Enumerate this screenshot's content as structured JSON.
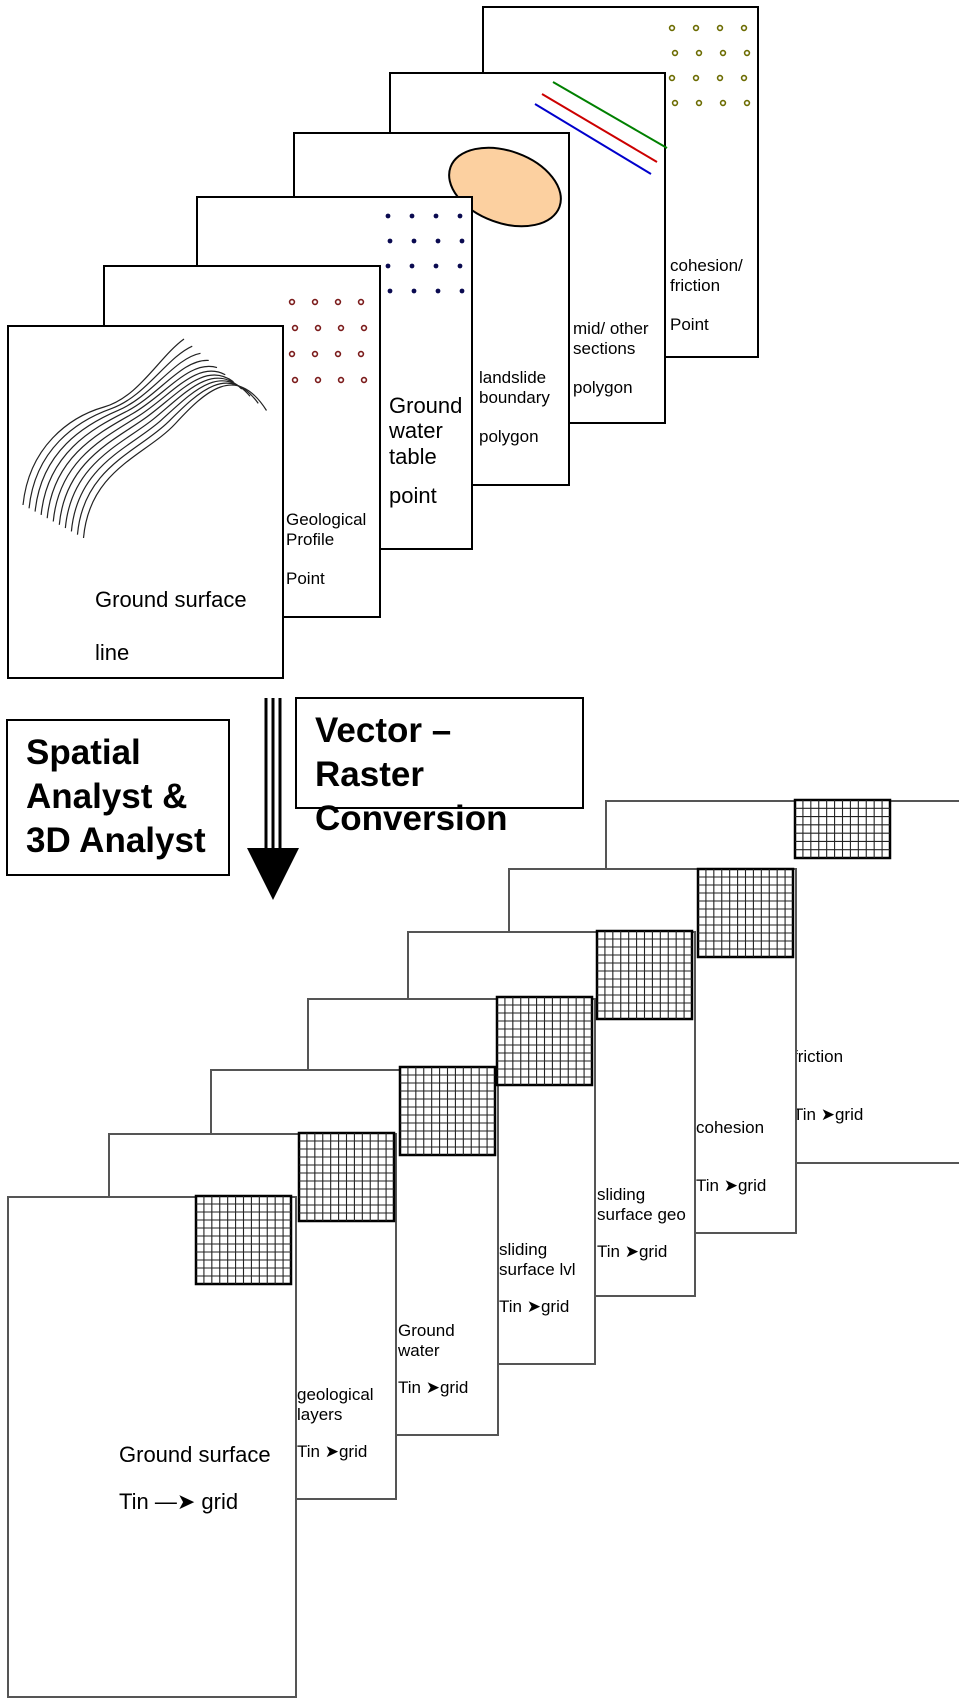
{
  "vector_layers": [
    {
      "name": "Ground surface",
      "type": "line"
    },
    {
      "name_lines": [
        "Geological",
        "Profile"
      ],
      "type": "Point"
    },
    {
      "name_lines": [
        "Ground",
        "water",
        "table"
      ],
      "type": "point"
    },
    {
      "name_lines": [
        "landslide",
        "boundary"
      ],
      "type": "polygon"
    },
    {
      "name_lines": [
        "mid/ other",
        "sections"
      ],
      "type": "polygon"
    },
    {
      "name_lines": [
        "cohesion/",
        "friction"
      ],
      "type": "Point"
    }
  ],
  "process": {
    "left_box": [
      "Spatial",
      "Analyst &",
      "3D Analyst"
    ],
    "right_box": [
      "Vector – Raster",
      "Conversion"
    ]
  },
  "raster_layers": [
    {
      "name": "Ground surface",
      "tin": "Tin",
      "grid": "grid"
    },
    {
      "name_lines": [
        "geological",
        "layers"
      ],
      "tin": "Tin",
      "grid": "grid"
    },
    {
      "name_lines": [
        "Ground",
        "water"
      ],
      "tin": "Tin",
      "grid": "grid"
    },
    {
      "name_lines": [
        "sliding",
        "surface lvl"
      ],
      "tin": "Tin",
      "grid": "grid"
    },
    {
      "name_lines": [
        "sliding",
        "surface geo"
      ],
      "tin": "Tin",
      "grid": "grid"
    },
    {
      "name": "cohesion",
      "tin": "Tin",
      "grid": "grid"
    },
    {
      "name": "friction",
      "tin": "Tin",
      "grid": "grid"
    }
  ],
  "colors": {
    "dots_geo": "#7a1a1a",
    "dots_gw": "#0a0a50",
    "dots_coh": "#6b6b00",
    "polygon_fill": "#fcd0a0",
    "line_green": "#008000",
    "line_red": "#cc0000",
    "line_blue": "#0000cc"
  }
}
